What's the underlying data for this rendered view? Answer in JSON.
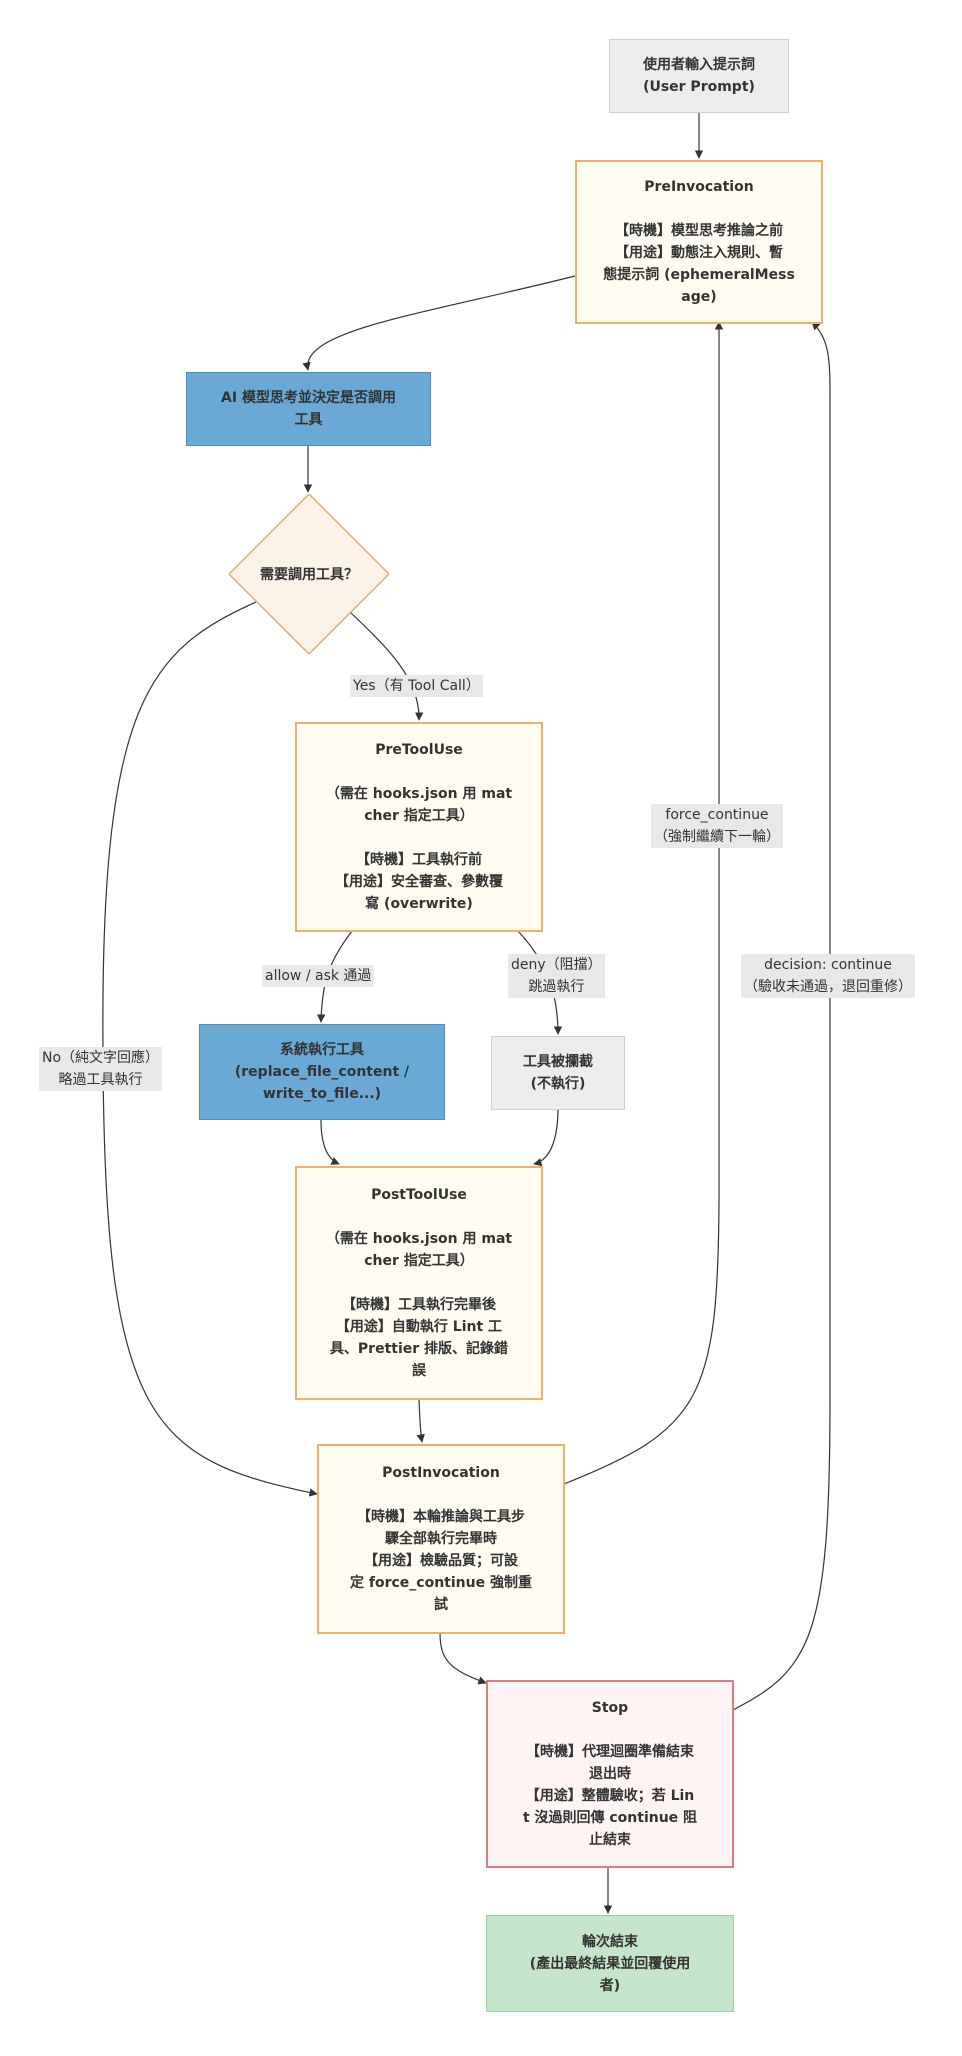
{
  "diagram": {
    "nodes": {
      "user_prompt": "使用者輸入提示詞\n(User Prompt)",
      "pre_invocation": "PreInvocation\n\n【時機】模型思考推論之前\n【用途】動態注入規則、暫\n態提示詞 (ephemeralMess\nage)",
      "model_think": "AI 模型思考並決定是否調用\n工具",
      "decision": "需要調用工具？",
      "pre_tool_use": "PreToolUse\n\n（需在 hooks.json 用 mat\ncher 指定工具）\n\n【時機】工具執行前\n【用途】安全審查、參數覆\n寫 (overwrite)",
      "system_exec": "系統執行工具\n(replace_file_content /\nwrite_to_file...)",
      "tool_blocked": "工具被攔截\n(不執行)",
      "post_tool_use": "PostToolUse\n\n（需在 hooks.json 用 mat\ncher 指定工具）\n\n【時機】工具執行完畢後\n【用途】自動執行 Lint 工\n具、Prettier 排版、記錄錯\n誤",
      "post_invocation": "PostInvocation\n\n【時機】本輪推論與工具步\n驟全部執行完畢時\n【用途】檢驗品質；可設\n定 force_continue 強制重\n試",
      "stop": "Stop\n\n【時機】代理迴圈準備結束\n退出時\n【用途】整體驗收；若 Lin\nt 沒過則回傳 continue 阻\n止結束",
      "end": "輪次結束\n(產出最終結果並回覆使用\n者)"
    },
    "edge_labels": {
      "yes": "Yes（有 Tool Call）",
      "no": "No（純文字回應）\n略過工具執行",
      "allow": "allow / ask 通過",
      "deny": "deny（阻擋）\n跳過執行",
      "force_continue": "force_continue\n（強制繼續下一輪）",
      "decision_continue": "decision: continue\n（驗收未通過，退回重修）"
    },
    "colors": {
      "hook_fill": "#fffcf2",
      "hook_border": "#f0b06a",
      "blue_fill": "#69a9d3",
      "gray_fill": "#ececec",
      "stop_border": "#e07a7f",
      "green_fill": "#c4e5c9",
      "edge": "#333333"
    }
  }
}
